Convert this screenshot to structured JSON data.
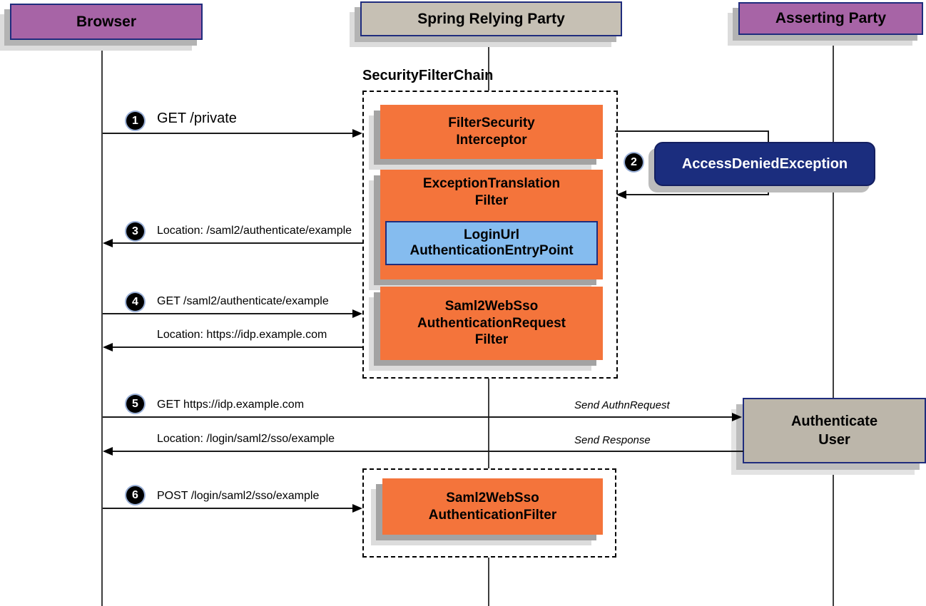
{
  "actors": [
    {
      "label": "Browser"
    },
    {
      "label": "Spring Relying Party"
    },
    {
      "label": "Asserting Party"
    }
  ],
  "security_filter_chain": {
    "title": "SecurityFilterChain",
    "filters": [
      {
        "label": "FilterSecurity\nInterceptor"
      },
      {
        "label": "ExceptionTranslation\nFilter",
        "entry_point": "LoginUrl\nAuthenticationEntryPoint"
      },
      {
        "label": "Saml2WebSso\nAuthenticationRequest\nFilter"
      }
    ]
  },
  "saml_filter_box": {
    "label": "Saml2WebSso\nAuthenticationFilter"
  },
  "exception": {
    "step": "2",
    "label": "AccessDeniedException"
  },
  "authenticate_user": {
    "label": "Authenticate\nUser"
  },
  "messages": [
    {
      "step": "1",
      "label": "GET /private"
    },
    {
      "step": "3",
      "label": "Location: /saml2/authenticate/example"
    },
    {
      "step": "4",
      "label": "GET /saml2/authenticate/example"
    },
    {
      "label": "Location: https://idp.example.com"
    },
    {
      "step": "5",
      "label": "GET https://idp.example.com",
      "right_label": "Send AuthnRequest"
    },
    {
      "label": "Location: /login/saml2/sso/example",
      "right_label": "Send Response"
    },
    {
      "step": "6",
      "label": "POST /login/saml2/sso/example"
    }
  ],
  "colors": {
    "actor_purple": "#A764A6",
    "actor_tan": "#C6C0B4",
    "filter_orange": "#F4743B",
    "entry_point_blue": "#85BCEF",
    "exception_navy": "#1B2D7E",
    "node_gray": "#BCB6AA"
  }
}
